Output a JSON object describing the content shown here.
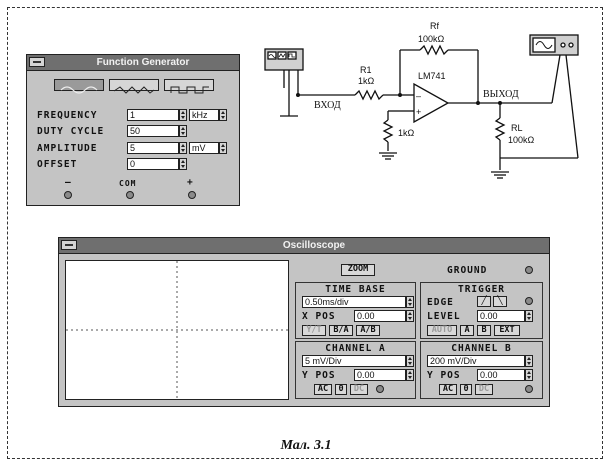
{
  "function_generator": {
    "title": "Function Generator",
    "waveforms": [
      "sine-wave-icon",
      "triangle-wave-icon",
      "square-wave-icon"
    ],
    "frequency": {
      "label": "FREQUENCY",
      "value": "1",
      "unit": "kHz"
    },
    "duty_cycle": {
      "label": "DUTY CYCLE",
      "value": "50"
    },
    "amplitude": {
      "label": "AMPLITUDE",
      "value": "5",
      "unit": "mV"
    },
    "offset": {
      "label": "OFFSET",
      "value": "0"
    },
    "terminals": {
      "minus": "–",
      "com": "COM",
      "plus": "+"
    }
  },
  "schematic": {
    "rf_name": "Rf",
    "rf_value": "100kΩ",
    "r1_name": "R1",
    "r1_value": "1kΩ",
    "opamp": "LM741",
    "r_plus_value": "1kΩ",
    "input_label": "ВХОД",
    "output_label": "ВЫХОД",
    "rl_name": "RL",
    "rl_value": "100kΩ",
    "opamp_minus": "–",
    "opamp_plus": "+"
  },
  "oscilloscope": {
    "title": "Oscilloscope",
    "zoom": "ZOOM",
    "ground": "GROUND",
    "time_base": {
      "title": "TIME BASE",
      "value": "0.50ms/div",
      "xpos_label": "X POS",
      "xpos_value": "0.00",
      "buttons": [
        "Y/T",
        "B/A",
        "A/B"
      ]
    },
    "trigger": {
      "title": "TRIGGER",
      "edge_label": "EDGE",
      "level_label": "LEVEL",
      "level_value": "0.00",
      "buttons": [
        "AUTO",
        "A",
        "B",
        "EXT"
      ]
    },
    "channel_a": {
      "title": "CHANNEL A",
      "value": "5 mV/Div",
      "ypos_label": "Y POS",
      "ypos_value": "0.00",
      "buttons": [
        "AC",
        "0",
        "DC"
      ]
    },
    "channel_b": {
      "title": "CHANNEL B",
      "value": "200 mV/Div",
      "ypos_label": "Y POS",
      "ypos_value": "0.00",
      "buttons": [
        "AC",
        "0",
        "DC"
      ]
    }
  },
  "caption": "Мал. 3.1"
}
